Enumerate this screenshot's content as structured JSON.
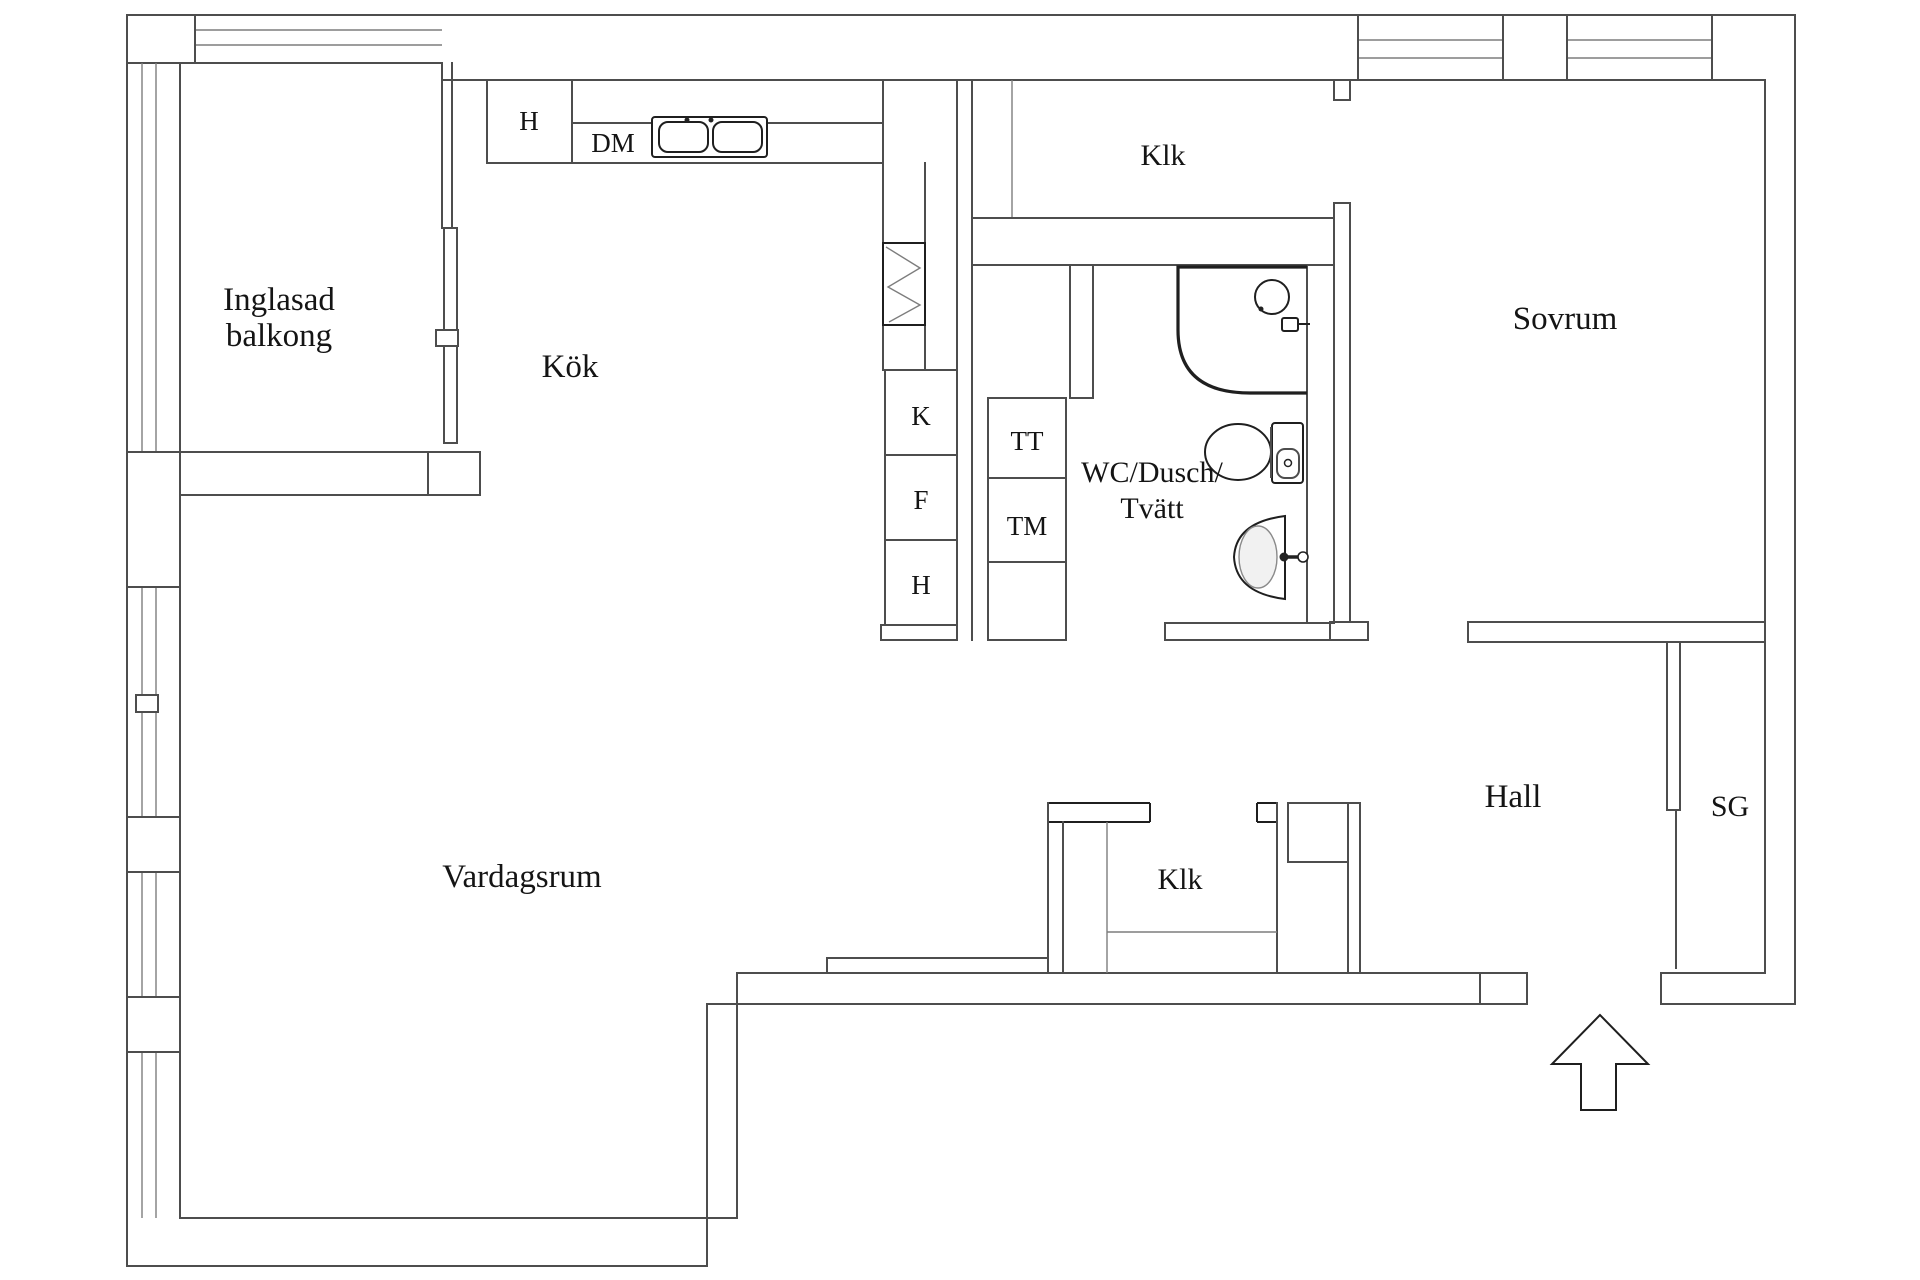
{
  "floorplan": {
    "title": "Apartment floor plan",
    "colors": {
      "wall": "#4d4d4d",
      "dark": "#1f1f1f",
      "light": "#7d7d7d",
      "text": "#141414",
      "bg": "#ffffff"
    },
    "labels": {
      "balcony_1": "Inglasad",
      "balcony_2": "balkong",
      "kitchen": "Kök",
      "closet_top": "Klk",
      "bedroom": "Sovrum",
      "bathroom_1": "WC/Dusch/",
      "bathroom_2": "Tvätt",
      "living_room": "Vardagsrum",
      "hall": "Hall",
      "closet_hall": "Klk",
      "wardrobe": "SG",
      "cabinet_h_top": "H",
      "dishwasher": "DM",
      "fridge": "K",
      "freezer": "F",
      "cabinet_h_bottom": "H",
      "dryer": "TT",
      "washer": "TM"
    }
  }
}
